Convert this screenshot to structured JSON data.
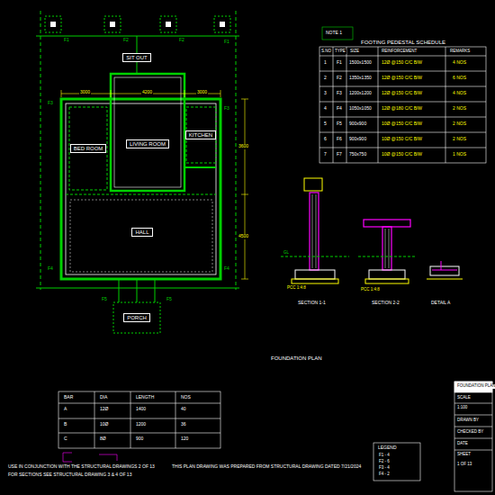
{
  "diagram": {
    "title": "FOUNDATION PLAN",
    "nodes": [
      {
        "text": [
          "SIT OUT"
        ]
      },
      {
        "text": [
          "LIVING ROOM"
        ]
      },
      {
        "text": [
          "BED ROOM"
        ]
      },
      {
        "text": [
          "KITCHEN"
        ]
      },
      {
        "text": [
          "HALL"
        ]
      },
      {
        "text": [
          "PORCH"
        ]
      }
    ],
    "labels": [
      "FOOTING PEDESTAL SCHEDULE",
      "S.NO",
      "TYPE",
      "SIZE",
      "REINFORCEMENT",
      "REMARKS",
      "1",
      "F1",
      "1500x1500",
      "12Ø @150 C/C B/W",
      "4 NOS",
      "2",
      "F2",
      "1350x1350",
      "12Ø @150 C/C B/W",
      "6 NOS",
      "3",
      "F3",
      "1200x1200",
      "12Ø @150 C/C B/W",
      "4 NOS",
      "4",
      "F4",
      "1050x1050",
      "12Ø @180 C/C B/W",
      "2 NOS",
      "5",
      "F5",
      "900x900",
      "10Ø @150 C/C B/W",
      "2 NOS",
      "6",
      "F6",
      "900x900",
      "10Ø @150 C/C B/W",
      "2 NOS",
      "7",
      "F7",
      "750x750",
      "10Ø @150 C/C B/W",
      "1 NOS",
      "NOTE 1",
      "SECTION 1-1",
      "SECTION 2-2",
      "DETAIL A",
      "PCC 1:4:8",
      "GL",
      "PCC 1:4:8",
      "BAR",
      "DIA",
      "LENGTH",
      "NOS",
      "A",
      "12Ø",
      "1400",
      "40",
      "B",
      "10Ø",
      "1200",
      "36",
      "C",
      "8Ø",
      "900",
      "120",
      "USE IN CONJUNCTION WITH THE STRUCTURAL DRAWINGS 2 OF 13",
      "FOR SECTIONS SEE STRUCTURAL DRAWING 3 & 4 OF 13",
      "THIS PLAN DRAWING WAS PREPARED FROM STRUCTURAL DRAWING DATED 7/21/2024",
      "LEGEND",
      "F1 - 4",
      "F2 - 6",
      "F3 - 4",
      "F4 - 2",
      "FOUNDATION PLAN",
      "SCALE",
      "1:100",
      "DRAWN BY",
      "CHECKED BY",
      "DATE",
      "SHEET",
      "1 OF 13",
      "F1",
      "F2",
      "F2",
      "F1",
      "F3",
      "F3",
      "F4",
      "F4",
      "F5",
      "F5",
      "3000",
      "4200",
      "3000",
      "3600",
      "4500"
    ]
  }
}
